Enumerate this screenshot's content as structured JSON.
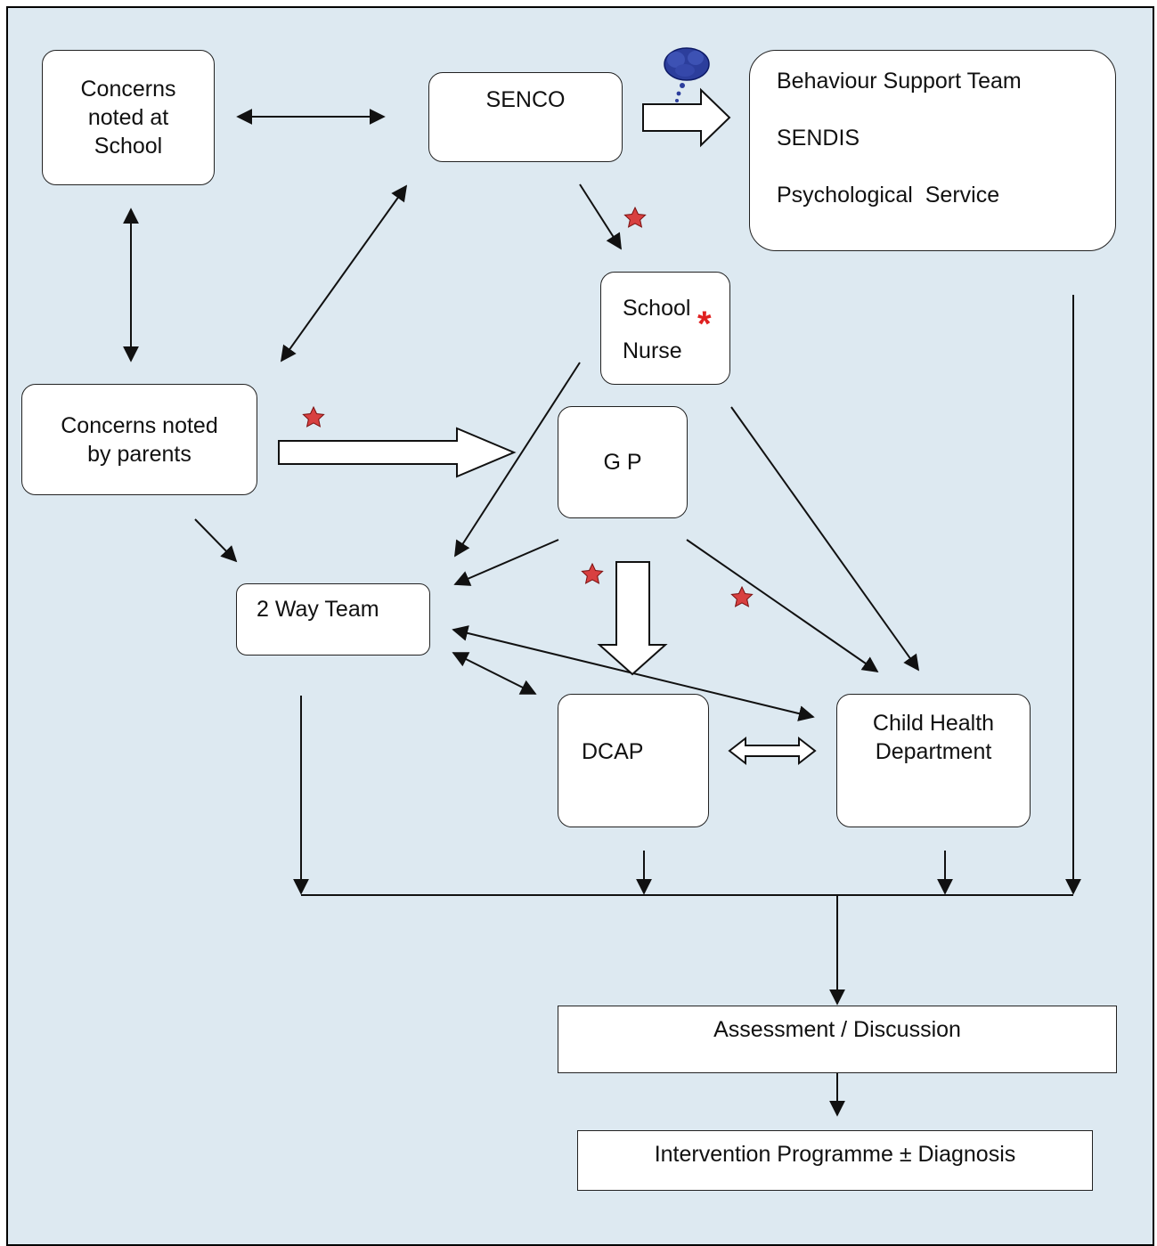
{
  "nodes": {
    "concerns_school": [
      "Concerns",
      "noted at",
      "School"
    ],
    "senco": "SENCO",
    "services": [
      "Behaviour Support Team",
      "SENDIS",
      "Psychological  Service"
    ],
    "school_nurse": [
      "School",
      "Nurse"
    ],
    "school_nurse_marker": "*",
    "concerns_parents": [
      "Concerns noted",
      "by parents"
    ],
    "gp": "G P",
    "two_way_team": "2 Way Team",
    "dcap": "DCAP",
    "child_health": [
      "Child Health",
      "Department"
    ],
    "assessment": "Assessment / Discussion",
    "intervention": "Intervention Programme ± Diagnosis"
  },
  "colors": {
    "background": "#dde9f1",
    "star": "#d84040",
    "asterisk": "#e02020",
    "thought_cloud": "#2c3e9c"
  },
  "icons": [
    "star-icon",
    "thought-cloud-icon"
  ]
}
